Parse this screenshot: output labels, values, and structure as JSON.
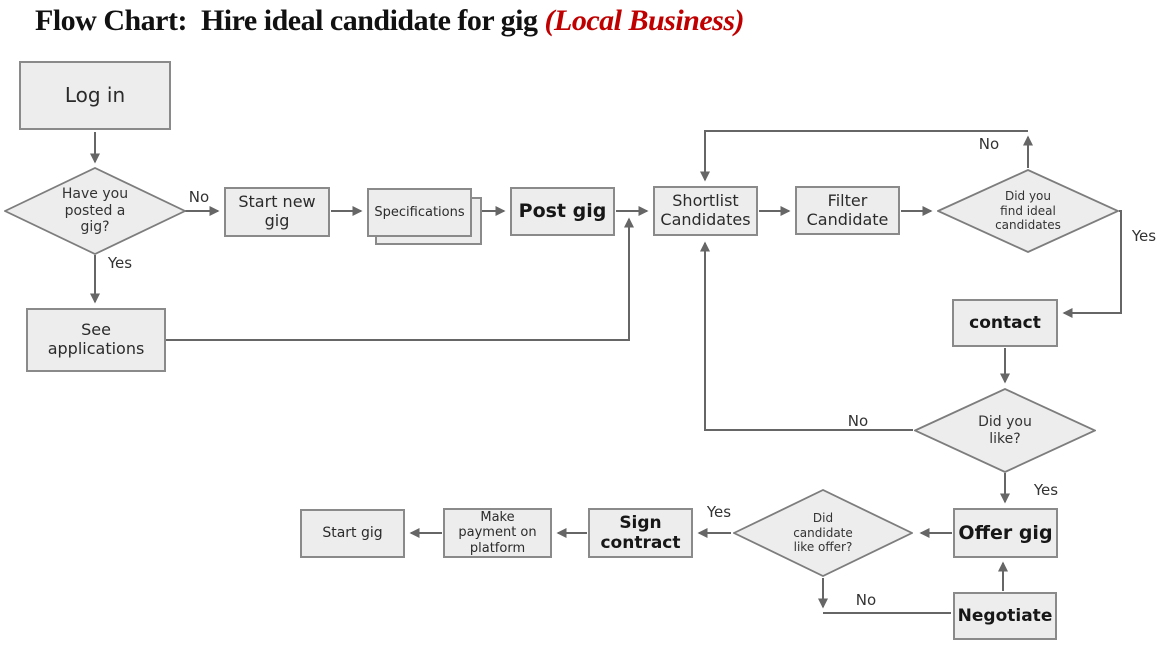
{
  "title": {
    "main": "Flow Chart:  Hire ideal candidate for gig ",
    "accent": "(Local Business)"
  },
  "colors": {
    "node_fill": "#ededed",
    "node_border": "#8a8a8a",
    "connector": "#666666",
    "title_text": "#111111",
    "title_accent": "#c00000",
    "label_text": "#333333"
  },
  "nodes": {
    "login": "Log in",
    "have_posted_gig": "Have you\nposted a\ngig?",
    "see_applications": "See\napplications",
    "start_new_gig": "Start new\ngig",
    "specifications": "Specifications",
    "post_gig": "Post gig",
    "shortlist_candidates": "Shortlist\nCandidates",
    "filter_candidate": "Filter\nCandidate",
    "find_ideal_candidates": "Did you\nfind ideal\ncandidates",
    "contact": "contact",
    "did_you_like": "Did you\nlike?",
    "offer_gig": "Offer gig",
    "candidate_like_offer": "Did\ncandidate\nlike offer?",
    "sign_contract": "Sign\ncontract",
    "make_payment": "Make\npayment on\nplatform",
    "start_gig": "Start gig",
    "negotiate": "Negotiate"
  },
  "edge_labels": {
    "have_posted_no": "No",
    "have_posted_yes": "Yes",
    "find_ideal_no": "No",
    "find_ideal_yes": "Yes",
    "did_you_like_no": "No",
    "did_you_like_yes": "Yes",
    "candidate_offer_yes": "Yes",
    "candidate_offer_no": "No"
  },
  "edges": [
    {
      "from": "login",
      "to": "have_posted_gig",
      "label": ""
    },
    {
      "from": "have_posted_gig",
      "to": "start_new_gig",
      "label": "No"
    },
    {
      "from": "have_posted_gig",
      "to": "see_applications",
      "label": "Yes"
    },
    {
      "from": "start_new_gig",
      "to": "specifications",
      "label": ""
    },
    {
      "from": "specifications",
      "to": "post_gig",
      "label": ""
    },
    {
      "from": "post_gig",
      "to": "shortlist_candidates",
      "label": ""
    },
    {
      "from": "see_applications",
      "to": "shortlist_candidates",
      "label": ""
    },
    {
      "from": "shortlist_candidates",
      "to": "filter_candidate",
      "label": ""
    },
    {
      "from": "filter_candidate",
      "to": "find_ideal_candidates",
      "label": ""
    },
    {
      "from": "find_ideal_candidates",
      "to": "shortlist_candidates",
      "label": "No"
    },
    {
      "from": "find_ideal_candidates",
      "to": "contact",
      "label": "Yes"
    },
    {
      "from": "contact",
      "to": "did_you_like",
      "label": ""
    },
    {
      "from": "did_you_like",
      "to": "shortlist_candidates",
      "label": "No"
    },
    {
      "from": "did_you_like",
      "to": "offer_gig",
      "label": "Yes"
    },
    {
      "from": "offer_gig",
      "to": "candidate_like_offer",
      "label": ""
    },
    {
      "from": "candidate_like_offer",
      "to": "sign_contract",
      "label": "Yes"
    },
    {
      "from": "candidate_like_offer",
      "to": "negotiate",
      "label": "No"
    },
    {
      "from": "negotiate",
      "to": "offer_gig",
      "label": ""
    },
    {
      "from": "sign_contract",
      "to": "make_payment",
      "label": ""
    },
    {
      "from": "make_payment",
      "to": "start_gig",
      "label": ""
    }
  ]
}
